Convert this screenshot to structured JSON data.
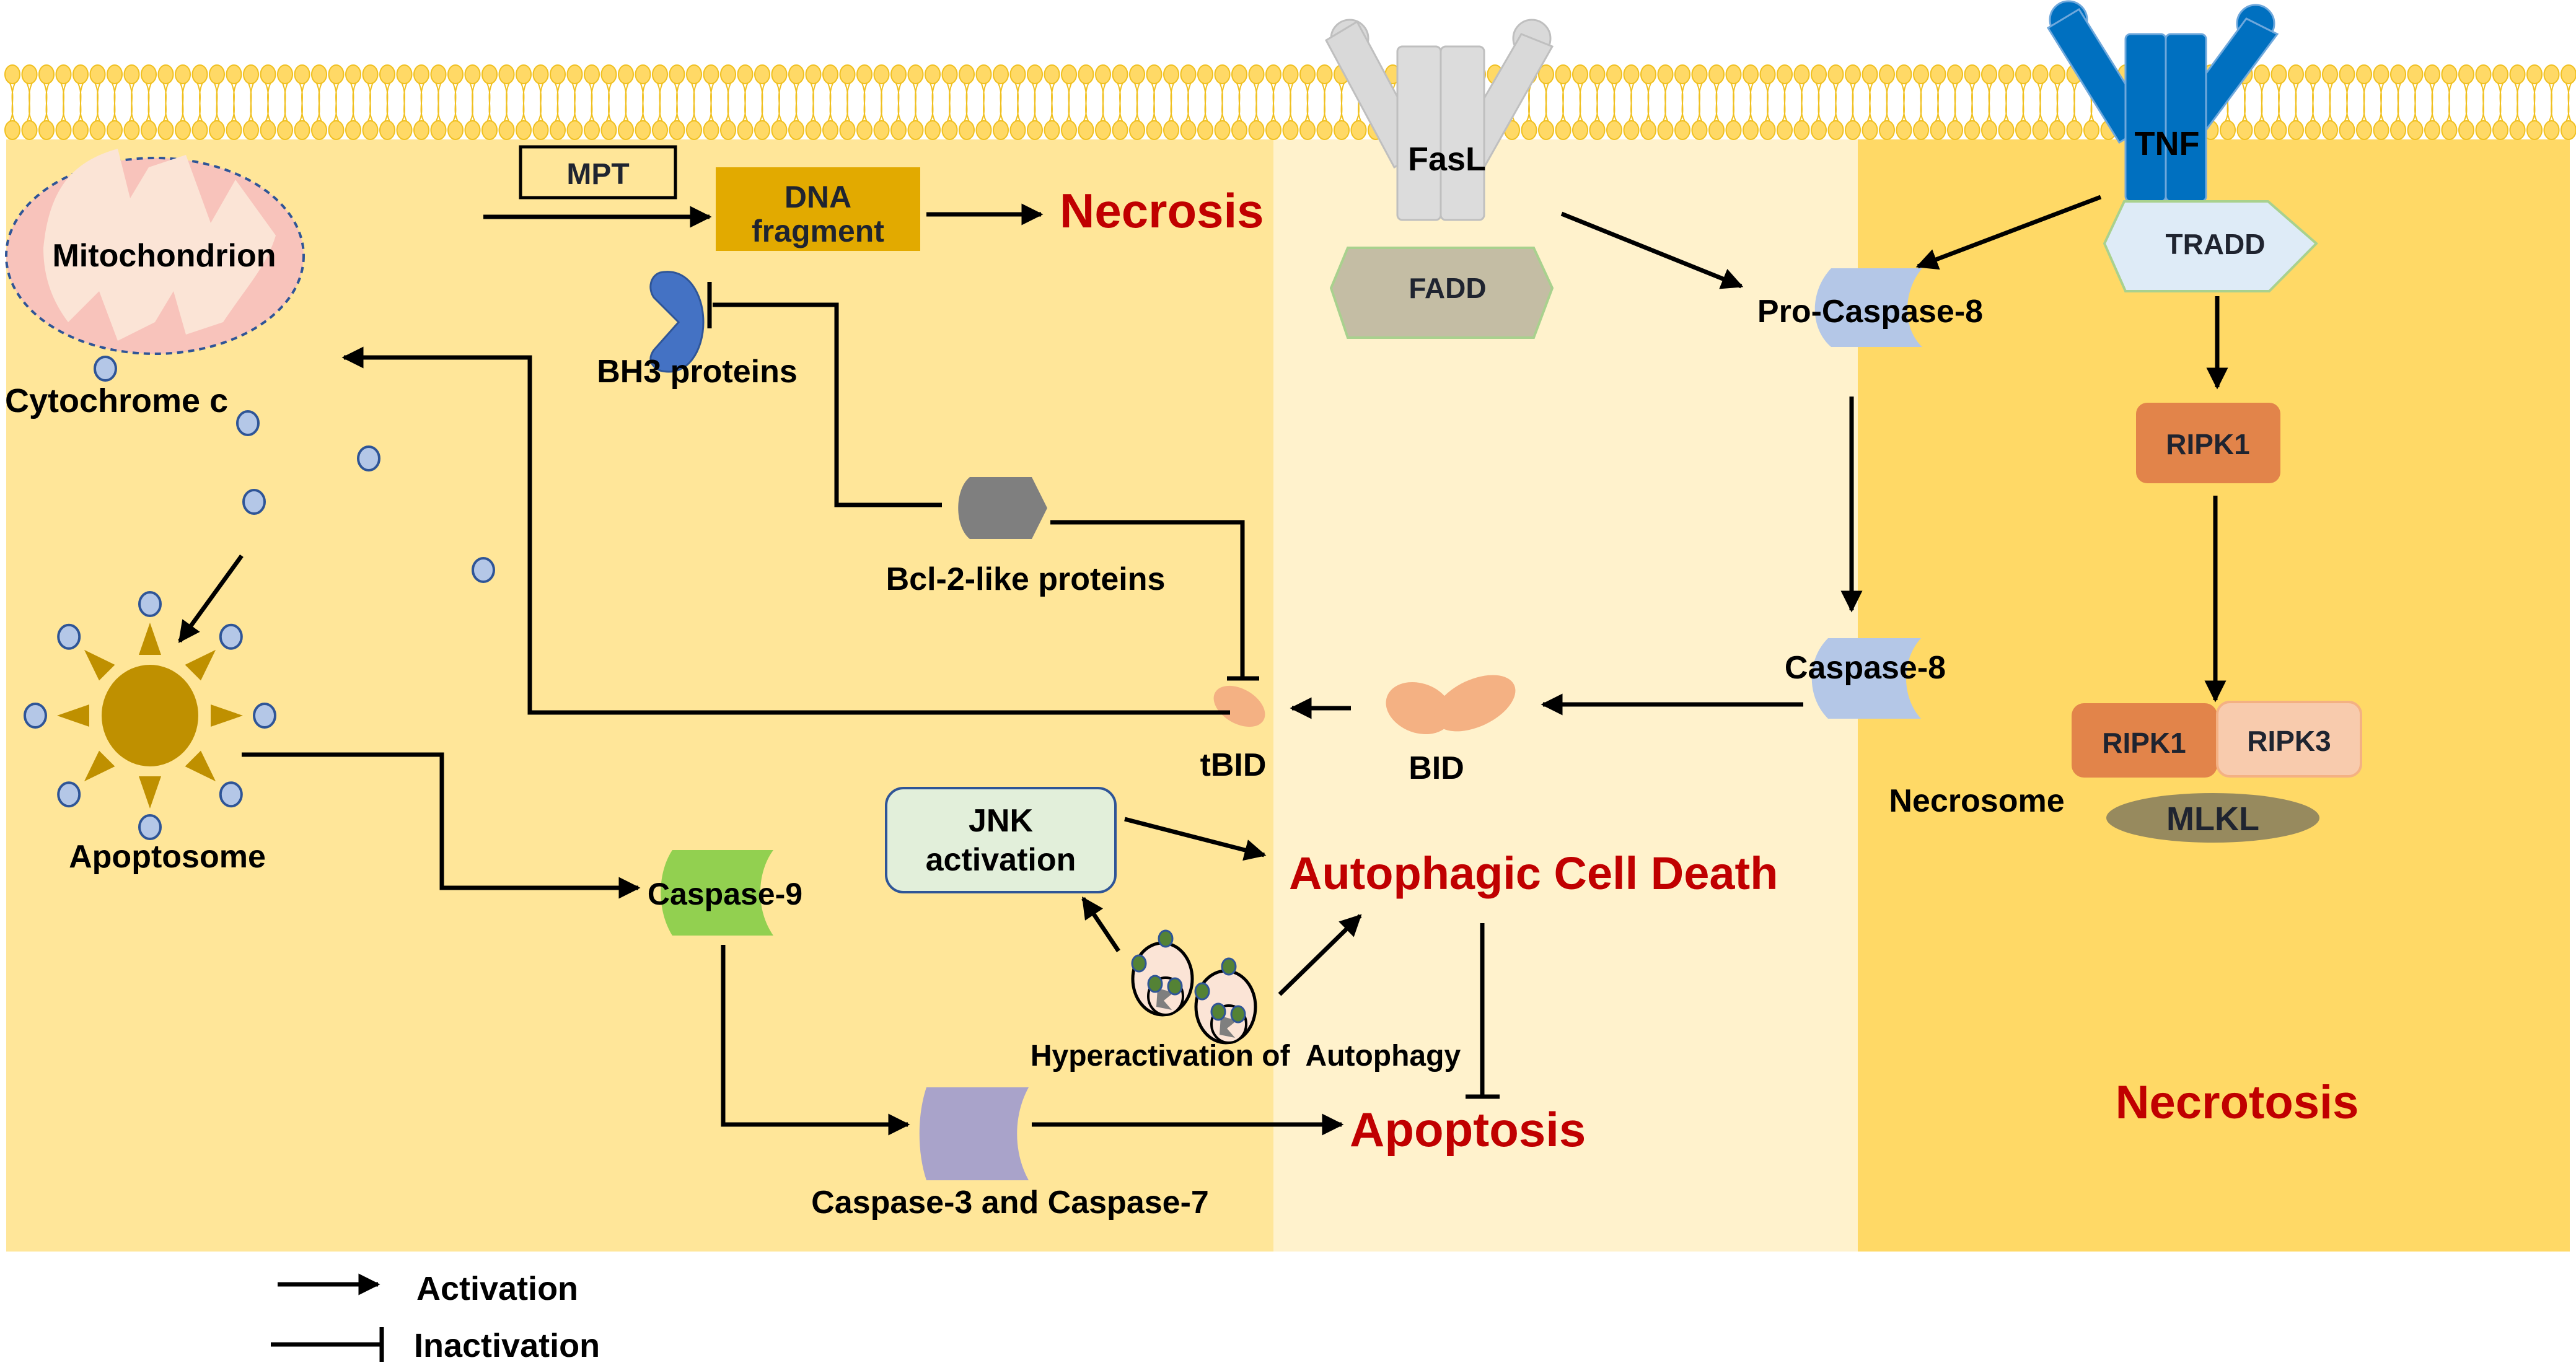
{
  "diagram": {
    "title": "Cell death pathways: apoptosis, necrosis, necroptosis and autophagic cell death",
    "colors": {
      "left_region": "#ffe699",
      "middle_region": "#fff2cc",
      "right_region": "#ffd966",
      "membrane_head": "#ffd966",
      "membrane_stroke": "#f0c020",
      "outcome_text": "#c00000",
      "mitochondrion_outer": "#f8c3bb",
      "mitochondrion_inner": "#fbe4d6",
      "dna_box": "#e2aa00",
      "bh3": "#4472c4",
      "bcl2": "#7f7f7f",
      "cytochrome": "#b4c7e7",
      "apoptosome": "#bf9000",
      "caspase8": "#b4c7e7",
      "caspase9": "#92d050",
      "caspase37": "#a9a3ca",
      "bid": "#f4b183",
      "fas_receptor": "#d9d9d9",
      "fadd": "#c4bda4",
      "tnf_receptor": "#0070c0",
      "tradd": "#deebf7",
      "ripk1": "#e2844a",
      "ripk3": "#f8cbad",
      "mlkl": "#978a5e",
      "jnk_box": "#e2efda"
    },
    "nodes": {
      "mpt": "MPT",
      "dna_line1": "DNA",
      "dna_line2": "fragment",
      "mitochondrion": "Mitochondrion",
      "cytochrome_c": "Cytochrome c",
      "bh3_proteins": "BH3 proteins",
      "bcl2_like": "Bcl-2-like proteins",
      "apoptosome": "Apoptosome",
      "caspase9": "Caspase-9",
      "caspase37": "Caspase-3 and Caspase-7",
      "tbid": "tBID",
      "bid": "BID",
      "jnk_line1": "JNK",
      "jnk_line2": "activation",
      "autophagy": "Hyperactivation of  Autophagy",
      "fasl": "FasL",
      "fadd": "FADD",
      "pro_caspase8": "Pro-Caspase-8",
      "caspase8": "Caspase-8",
      "tnf": "TNF",
      "tradd": "TRADD",
      "ripk1_top": "RIPK1",
      "ripk1_complex": "RIPK1",
      "ripk3": "RIPK3",
      "mlkl": "MLKL",
      "necrosome": "Necrosome"
    },
    "outcomes": {
      "necrosis": "Necrosis",
      "autophagic_cell_death": "Autophagic Cell Death",
      "apoptosis": "Apoptosis",
      "necrotosis": "Necrotosis"
    },
    "legend": {
      "activation": "Activation",
      "inactivation": "Inactivation"
    }
  }
}
